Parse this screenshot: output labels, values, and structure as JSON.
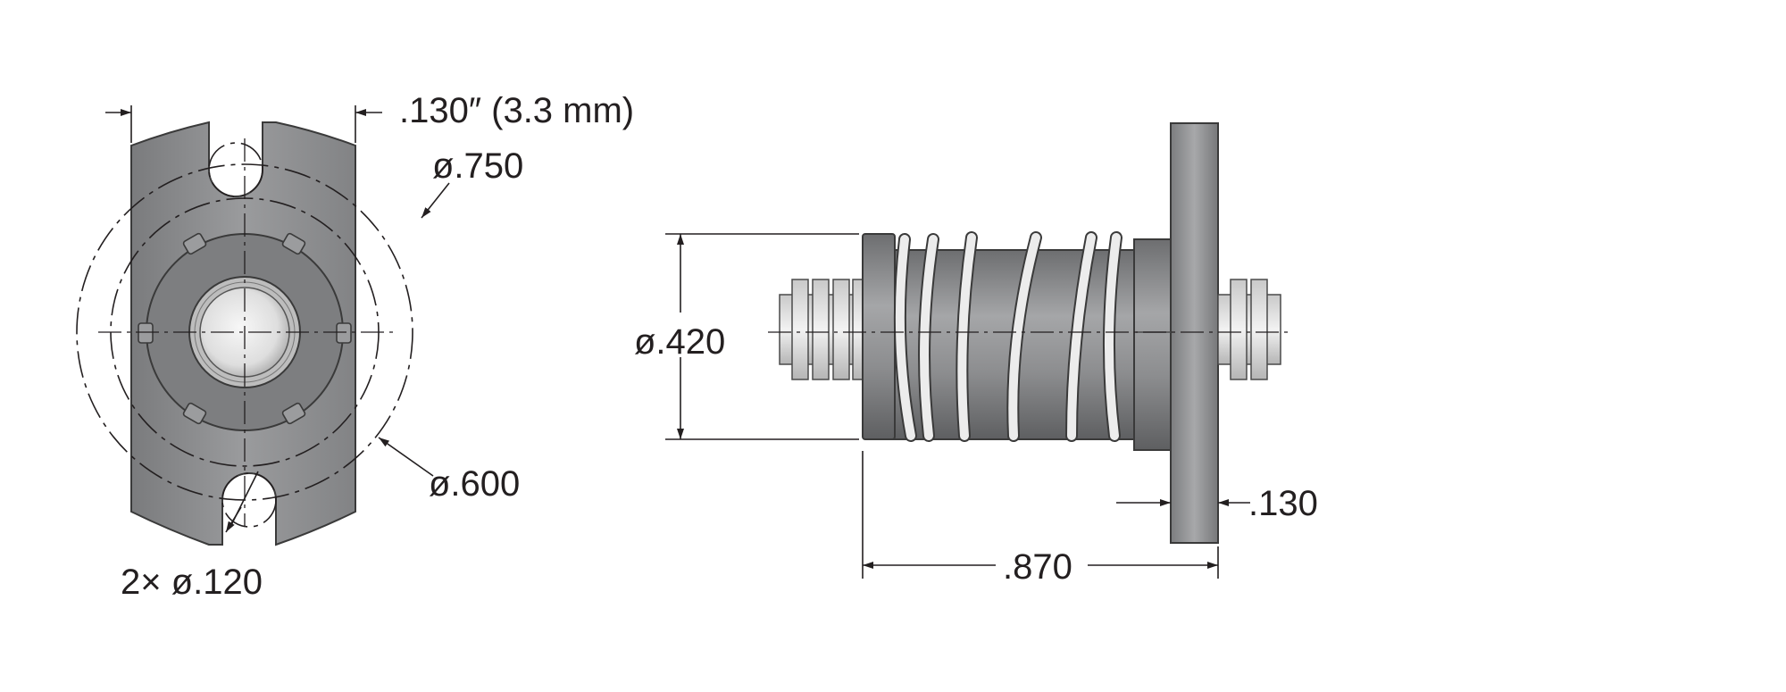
{
  "dimensions": {
    "flat_width": ".130″ (3.3 mm)",
    "outer_diameter": "ø.750",
    "inner_diameter": "ø.600",
    "slot_diameter": "2× ø.120",
    "body_diameter": "ø.420",
    "flange_thickness": ".130",
    "overall_length": ".870"
  },
  "colors": {
    "ink": "#231f20",
    "steel_dark": "#6b6c6e",
    "steel_mid": "#8e8f91",
    "steel_light": "#e6e6e6"
  }
}
